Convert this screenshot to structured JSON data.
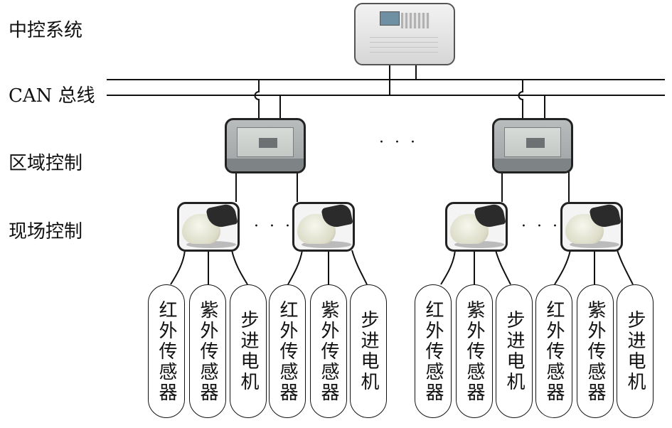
{
  "labels": {
    "central": "中控系统",
    "bus": "CAN 总线",
    "zone": "区域控制",
    "field": "现场控制"
  },
  "ellipsis": "· · ·",
  "groups": [
    {
      "sensors": [
        "红外传感器",
        "紫外传感器",
        "步进电机"
      ]
    },
    {
      "sensors": [
        "红外传感器",
        "紫外传感器",
        "步进电机"
      ]
    },
    {
      "sensors": [
        "红外传感器",
        "紫外传感器",
        "步进电机"
      ]
    },
    {
      "sensors": [
        "红外传感器",
        "紫外传感器",
        "步进电机"
      ]
    }
  ]
}
